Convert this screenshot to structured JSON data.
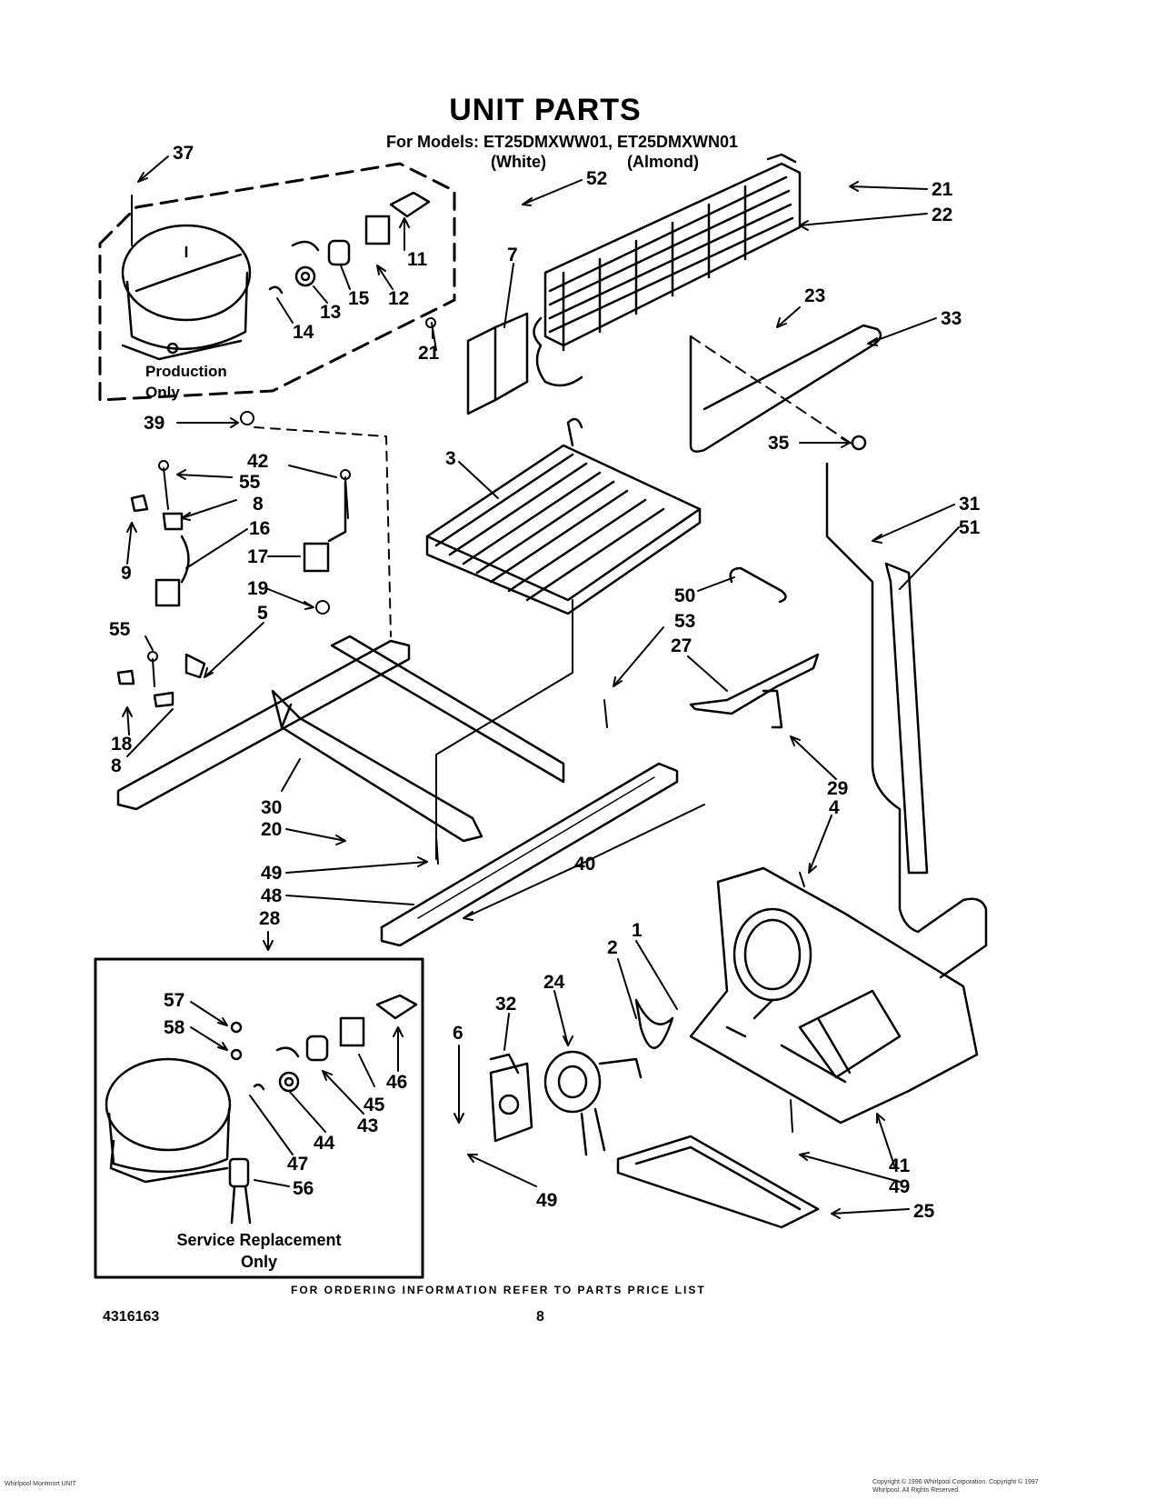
{
  "page": {
    "title": "UNIT PARTS",
    "models_line": "For Models: ET25DMXWW01, ET25DMXWN01",
    "color_white": "(White)",
    "color_almond": "(Almond)",
    "production_note": "Production Only",
    "service_note": "Service Replacement Only",
    "ordering_info": "FOR ORDERING INFORMATION REFER TO PARTS PRICE LIST",
    "document_number": "4316163",
    "page_number": "8",
    "footer_left": "Whirlpool Montmort UNIT",
    "footer_right": "Copyright © 1996 Whirlpool Corporation. Copyright © 1997 Whirlpool. All Rights Reserved."
  },
  "callouts": [
    {
      "id": "c37",
      "text": "37"
    },
    {
      "id": "c52",
      "text": "52"
    },
    {
      "id": "c21a",
      "text": "21"
    },
    {
      "id": "c22",
      "text": "22"
    },
    {
      "id": "c11",
      "text": "11"
    },
    {
      "id": "c12",
      "text": "12"
    },
    {
      "id": "c15",
      "text": "15"
    },
    {
      "id": "c13",
      "text": "13"
    },
    {
      "id": "c14",
      "text": "14"
    },
    {
      "id": "c7",
      "text": "7"
    },
    {
      "id": "c23",
      "text": "23"
    },
    {
      "id": "c33",
      "text": "33"
    },
    {
      "id": "c21b",
      "text": "21"
    },
    {
      "id": "c39",
      "text": "39"
    },
    {
      "id": "c35",
      "text": "35"
    },
    {
      "id": "c42",
      "text": "42"
    },
    {
      "id": "c55a",
      "text": "55"
    },
    {
      "id": "c8a",
      "text": "8"
    },
    {
      "id": "c16",
      "text": "16"
    },
    {
      "id": "c3",
      "text": "3"
    },
    {
      "id": "c31",
      "text": "31"
    },
    {
      "id": "c51",
      "text": "51"
    },
    {
      "id": "c9",
      "text": "9"
    },
    {
      "id": "c17",
      "text": "17"
    },
    {
      "id": "c19",
      "text": "19"
    },
    {
      "id": "c50",
      "text": "50"
    },
    {
      "id": "c53",
      "text": "53"
    },
    {
      "id": "c55b",
      "text": "55"
    },
    {
      "id": "c5",
      "text": "5"
    },
    {
      "id": "c27",
      "text": "27"
    },
    {
      "id": "c18",
      "text": "18"
    },
    {
      "id": "c8b",
      "text": "8"
    },
    {
      "id": "c29",
      "text": "29"
    },
    {
      "id": "c30",
      "text": "30"
    },
    {
      "id": "c4",
      "text": "4"
    },
    {
      "id": "c20",
      "text": "20"
    },
    {
      "id": "c49a",
      "text": "49"
    },
    {
      "id": "c40",
      "text": "40"
    },
    {
      "id": "c48",
      "text": "48"
    },
    {
      "id": "c28",
      "text": "28"
    },
    {
      "id": "c1",
      "text": "1"
    },
    {
      "id": "c2",
      "text": "2"
    },
    {
      "id": "c24",
      "text": "24"
    },
    {
      "id": "c57",
      "text": "57"
    },
    {
      "id": "c32",
      "text": "32"
    },
    {
      "id": "c58",
      "text": "58"
    },
    {
      "id": "c6",
      "text": "6"
    },
    {
      "id": "c46",
      "text": "46"
    },
    {
      "id": "c45",
      "text": "45"
    },
    {
      "id": "c43",
      "text": "43"
    },
    {
      "id": "c44",
      "text": "44"
    },
    {
      "id": "c47",
      "text": "47"
    },
    {
      "id": "c41",
      "text": "41"
    },
    {
      "id": "c49b",
      "text": "49"
    },
    {
      "id": "c56",
      "text": "56"
    },
    {
      "id": "c49c",
      "text": "49"
    },
    {
      "id": "c25",
      "text": "25"
    }
  ]
}
